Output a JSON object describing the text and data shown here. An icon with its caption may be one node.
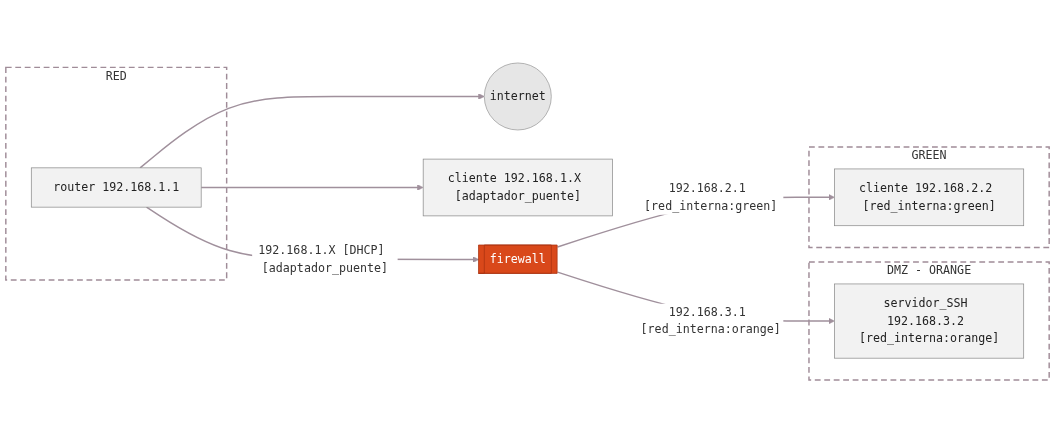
{
  "diagram": {
    "nodes": [
      {
        "text": [
          "RED"
        ]
      },
      {
        "text": [
          "internet"
        ]
      },
      {
        "text": [
          "router 192.168.1.1"
        ],
        "in": 0
      },
      {
        "text": [
          "cliente 192.168.1.X [adaptador_puente]"
        ]
      },
      {
        "text": [
          "firewall"
        ]
      },
      {
        "text": [
          "DMZ - ORANGE"
        ]
      },
      {
        "text": [
          "servidor_SSH 192.168.3.2 [red_interna:orange]"
        ],
        "in": 5
      },
      {
        "text": [
          "GREEN"
        ]
      },
      {
        "text": [
          "cliente 192.168.2.2 [red_interna:green]"
        ],
        "in": 7
      }
    ],
    "edges": [
      {
        "from": 2,
        "to": 1,
        "arrow": "to"
      },
      {
        "from": 2,
        "to": 3,
        "arrow": "to"
      },
      {
        "from": 2,
        "to": 4,
        "label": "192.168.1.X [DHCP] [adaptador_puente]",
        "arrow": "to"
      },
      {
        "from": 4,
        "to": 6,
        "label": "192.168.3.1 [red_interna:orange]",
        "arrow": "to"
      },
      {
        "from": 4,
        "to": 8,
        "label": "192.168.2.1 [red_interna:green]",
        "arrow": "to"
      }
    ]
  }
}
